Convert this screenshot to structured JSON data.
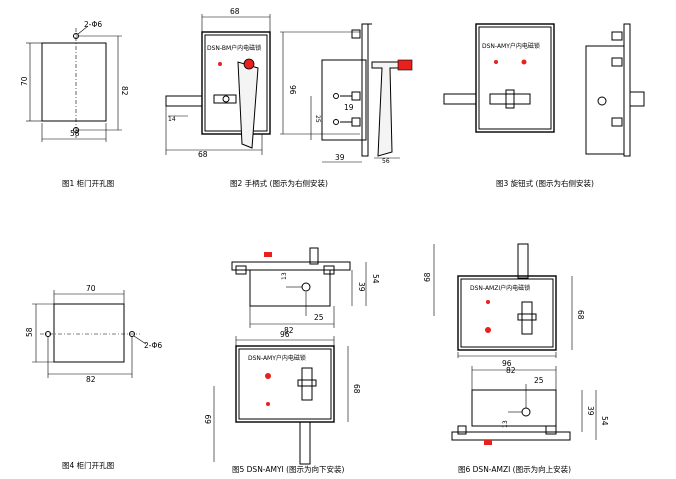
{
  "colors": {
    "line": "#000000",
    "indicator_red": "#e8201e",
    "background": "#ffffff"
  },
  "fig1": {
    "caption": "图1 柜门开孔图",
    "label_holes": "2-Φ6",
    "dim_height": "70",
    "dim_inner": "82",
    "dim_width": "58"
  },
  "fig2": {
    "caption": "图2 手柄式 (图示为右侧安装)",
    "panel_label": "DSN-BM户内电磁锁",
    "dim_top": "68",
    "dim_96": "96",
    "dim_14": "14",
    "dim_68b": "68",
    "dim_19": "19",
    "dim_25": "25",
    "dim_39": "39",
    "dim_56": "56"
  },
  "fig3": {
    "caption": "图3 旋钮式 (图示为右侧安装)",
    "panel_label": "DSN-AMY户内电磁锁"
  },
  "fig4": {
    "caption": "图4 柜门开孔图",
    "label_holes": "2-Φ6",
    "dim_70": "70",
    "dim_58": "58",
    "dim_82": "82"
  },
  "fig5": {
    "caption": "图5 DSN-AMYI (图示为向下安装)",
    "panel_label": "DSN-AMY户内电磁锁",
    "dim_13": "13",
    "dim_25": "25",
    "dim_39": "39",
    "dim_54": "54",
    "dim_82": "82",
    "dim_96": "96",
    "dim_68": "68",
    "dim_69": "69"
  },
  "fig6": {
    "caption": "图6 DSN-AMZI (图示为向上安装)",
    "panel_label": "DSN-AMZI户内电磁锁",
    "dim_68": "68",
    "dim_68b": "68",
    "dim_96": "96",
    "dim_82": "82",
    "dim_25": "25",
    "dim_13": "13",
    "dim_39": "39",
    "dim_54": "54"
  }
}
